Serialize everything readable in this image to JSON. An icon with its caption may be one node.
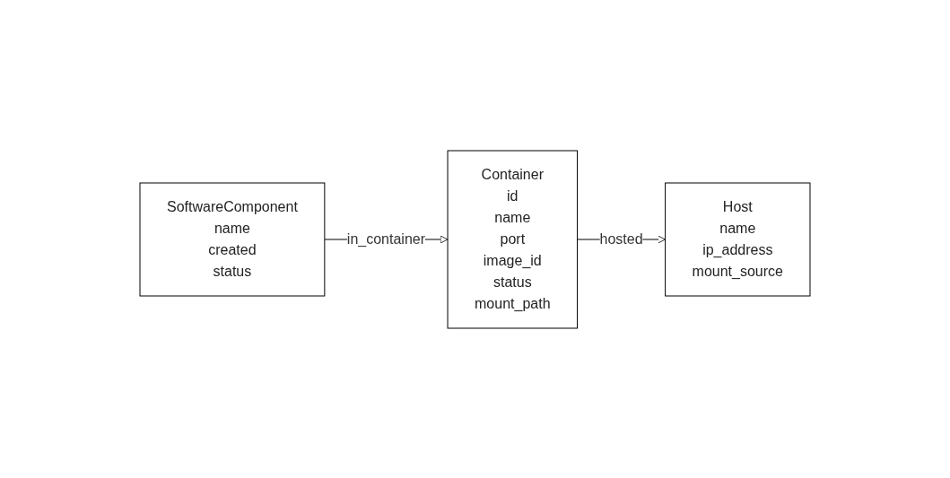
{
  "diagram": {
    "nodes": [
      {
        "text": [
          "SoftwareComponent",
          "name",
          "created",
          "status"
        ]
      },
      {
        "text": [
          "Container",
          "id",
          "name",
          "port",
          "image_id",
          "status",
          "mount_path"
        ]
      },
      {
        "text": [
          "Host",
          "name",
          "ip_address",
          "mount_source"
        ]
      }
    ],
    "edges": [
      {
        "from": 0,
        "to": 1,
        "arrow": "to",
        "label": "in_container"
      },
      {
        "from": 1,
        "to": 2,
        "arrow": "to",
        "label": "hosted"
      }
    ]
  }
}
